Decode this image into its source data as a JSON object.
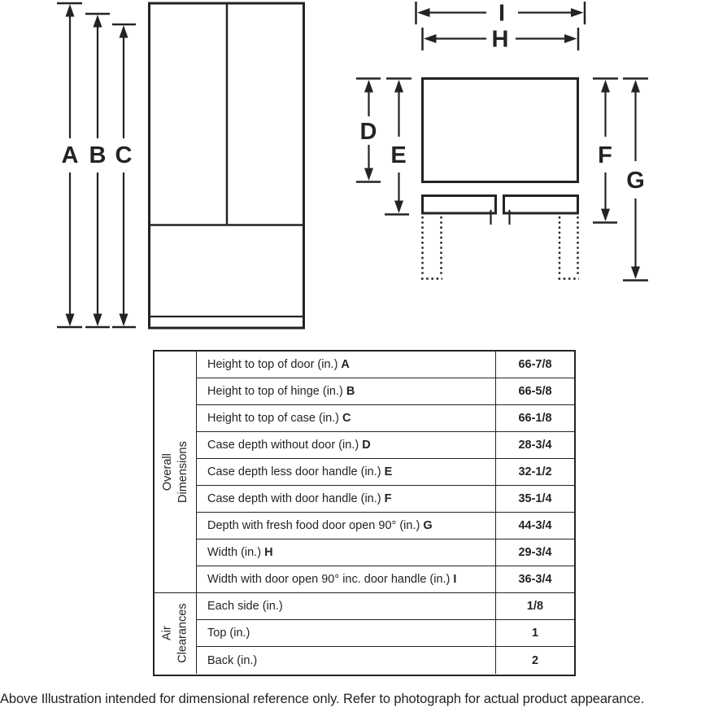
{
  "colors": {
    "ink": "#262223",
    "background": "#ffffff"
  },
  "diagram": {
    "front_view": {
      "labels": {
        "A": "A",
        "B": "B",
        "C": "C"
      }
    },
    "top_view": {
      "labels": {
        "D": "D",
        "E": "E",
        "F": "F",
        "G": "G",
        "H": "H",
        "I": "I"
      }
    }
  },
  "table": {
    "groups": [
      {
        "label_lines": [
          "Overall",
          "Dimensions"
        ],
        "rows": [
          {
            "label": "Height to top of door (in.)",
            "letter": "A",
            "value": "66-7/8"
          },
          {
            "label": "Height to top of hinge (in.)",
            "letter": "B",
            "value": "66-5/8"
          },
          {
            "label": "Height to top of case (in.)",
            "letter": "C",
            "value": "66-1/8"
          },
          {
            "label": "Case depth without door (in.)",
            "letter": "D",
            "value": "28-3/4"
          },
          {
            "label": "Case depth less door handle (in.)",
            "letter": "E",
            "value": "32-1/2"
          },
          {
            "label": "Case depth with door handle (in.)",
            "letter": "F",
            "value": "35-1/4"
          },
          {
            "label": "Depth with fresh food door open 90° (in.)",
            "letter": "G",
            "value": "44-3/4"
          },
          {
            "label": "Width (in.)",
            "letter": "H",
            "value": "29-3/4"
          },
          {
            "label": "Width with door open 90° inc. door handle (in.)",
            "letter": "I",
            "value": "36-3/4"
          }
        ]
      },
      {
        "label_lines": [
          "Air",
          "Clearances"
        ],
        "rows": [
          {
            "label": "Each side (in.)",
            "letter": "",
            "value": "1/8"
          },
          {
            "label": "Top (in.)",
            "letter": "",
            "value": "1"
          },
          {
            "label": "Back (in.)",
            "letter": "",
            "value": "2"
          }
        ]
      }
    ]
  },
  "footer": {
    "text": "Above Illustration intended for dimensional reference only. Refer to photograph for actual product appearance."
  }
}
